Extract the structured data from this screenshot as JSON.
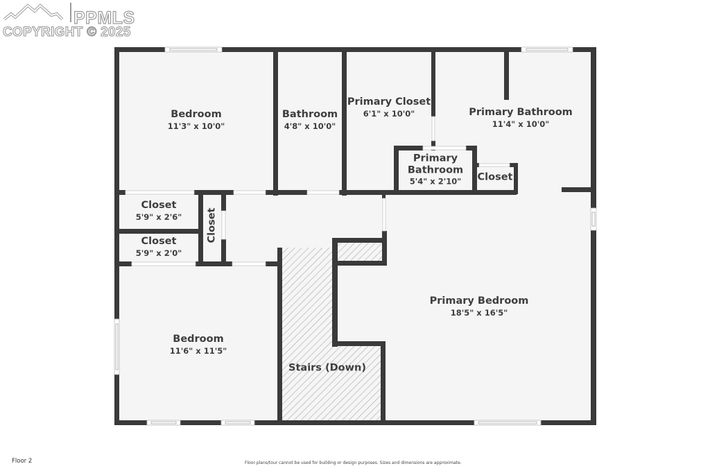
{
  "watermark": {
    "brand": "PPMLS",
    "copyright": "COPYRIGHT © 2025",
    "icon": "mountain-logo-icon"
  },
  "floor": {
    "label": "Floor 2",
    "disclaimer": "Floor plans/tour cannot be used for building or design purposes. Sizes and dimensions are approximate."
  },
  "colors": {
    "wall": "#3a3a3a",
    "floor": "#f5f5f5",
    "text": "#3e3e3e",
    "hatch": "#b5b5b5"
  },
  "rooms": [
    {
      "name": "Bedroom",
      "dimensions": "11'3\" x 10'0\""
    },
    {
      "name": "Bathroom",
      "dimensions": "4'8\" x 10'0\""
    },
    {
      "name": "Primary Closet",
      "dimensions": "6'1\" x 10'0\""
    },
    {
      "name": "Primary Bathroom",
      "dimensions": "11'4\" x 10'0\""
    },
    {
      "name": "Primary Bathroom",
      "name_line1": "Primary",
      "name_line2": "Bathroom",
      "dimensions": "5'4\" x 2'10\""
    },
    {
      "name": "Closet",
      "dimensions": ""
    },
    {
      "name": "Closet",
      "dimensions": "5'9\" x 2'6\""
    },
    {
      "name": "Closet",
      "dimensions": "5'9\" x 2'0\""
    },
    {
      "name": "Closet",
      "dimensions": ""
    },
    {
      "name": "Bedroom",
      "dimensions": "11'6\" x 11'5\""
    },
    {
      "name": "Stairs (Down)",
      "dimensions": ""
    },
    {
      "name": "Primary Bedroom",
      "dimensions": "18'5\" x 16'5\""
    }
  ]
}
